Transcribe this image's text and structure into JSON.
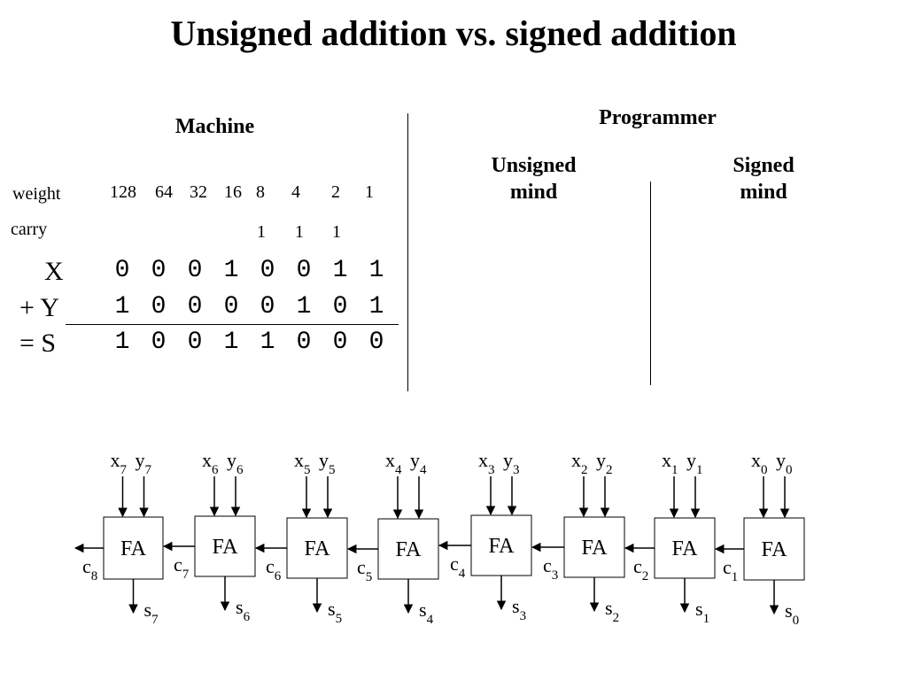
{
  "title": "Unsigned addition vs. signed addition",
  "machine": {
    "header": "Machine",
    "weight_label": "weight",
    "weights": [
      "128",
      "64",
      "32",
      "16",
      "8",
      "4",
      "2",
      "1"
    ],
    "carry_label": "carry",
    "carries": [
      "",
      "",
      "",
      "",
      "1",
      "1",
      "1",
      ""
    ],
    "x_label": "X",
    "y_label": "+ Y",
    "s_label": "= S",
    "x_bits": [
      "0",
      "0",
      "0",
      "1",
      "0",
      "0",
      "1",
      "1"
    ],
    "y_bits": [
      "1",
      "0",
      "0",
      "0",
      "0",
      "1",
      "0",
      "1"
    ],
    "s_bits": [
      "1",
      "0",
      "0",
      "1",
      "1",
      "0",
      "0",
      "0"
    ]
  },
  "programmer": {
    "header": "Programmer",
    "unsigned_line1": "Unsigned",
    "unsigned_line2": "mind",
    "signed_line1": "Signed",
    "signed_line2": "mind"
  },
  "adder": {
    "cell_label": "FA",
    "cells": [
      {
        "x": "x",
        "xi": "7",
        "y": "y",
        "yi": "7",
        "c": "c",
        "ci": "8",
        "s": "s",
        "si": "7"
      },
      {
        "x": "x",
        "xi": "6",
        "y": "y",
        "yi": "6",
        "c": "c",
        "ci": "7",
        "s": "s",
        "si": "6"
      },
      {
        "x": "x",
        "xi": "5",
        "y": "y",
        "yi": "5",
        "c": "c",
        "ci": "6",
        "s": "s",
        "si": "5"
      },
      {
        "x": "x",
        "xi": "4",
        "y": "y",
        "yi": "4",
        "c": "c",
        "ci": "5",
        "s": "s",
        "si": "4"
      },
      {
        "x": "x",
        "xi": "3",
        "y": "y",
        "yi": "3",
        "c": "c",
        "ci": "4",
        "s": "s",
        "si": "3"
      },
      {
        "x": "x",
        "xi": "2",
        "y": "y",
        "yi": "2",
        "c": "c",
        "ci": "3",
        "s": "s",
        "si": "2"
      },
      {
        "x": "x",
        "xi": "1",
        "y": "y",
        "yi": "1",
        "c": "c",
        "ci": "2",
        "s": "s",
        "si": "1"
      },
      {
        "x": "x",
        "xi": "0",
        "y": "y",
        "yi": "0",
        "c": "c",
        "ci": "1",
        "s": "s",
        "si": "0"
      }
    ]
  }
}
